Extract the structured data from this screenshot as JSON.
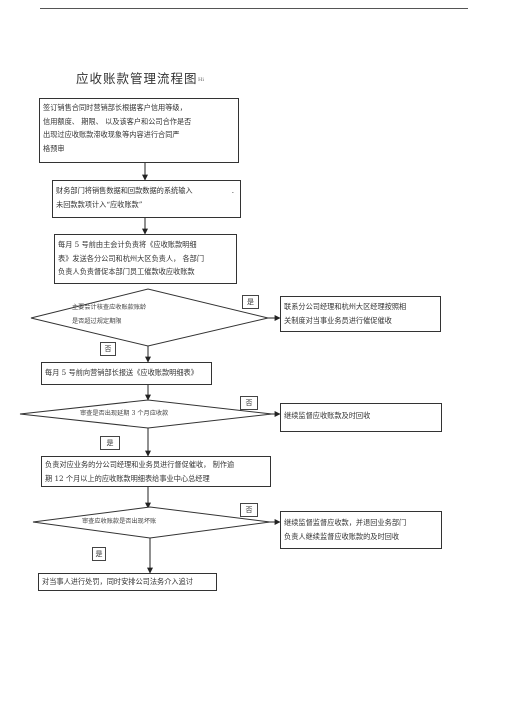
{
  "title": "应收账款管理流程图",
  "title_note": "Hi",
  "box1": {
    "lines": [
      "签订销售合同时营销部长根据客户信用等级，",
      "信用额度、 期限、 以及该客户和公司合作是否",
      "出现过应收账款滞收现象等内容进行合同严",
      "格预审"
    ]
  },
  "box2": {
    "lines": [
      "财务部门将销售数据和回款数据的系统输入",
      "未回款款项计入“应收账款”"
    ],
    "mark": "."
  },
  "box3": {
    "lines": [
      "每月   5 号前由主会计负责将《应收账款明细",
      "表》发送各分公司和杭州大区负责人，       各部门",
      "负责人负责督促本部门员工催款收应收账款"
    ]
  },
  "decision1": {
    "lines": [
      "主要会计核查应收账款账龄",
      "是否超过规定期限"
    ],
    "yes": "是",
    "no": "否",
    "yes_box": [
      "联系分公司经理和杭州大区经理按照相",
      "关制度对当事业务员进行催促催收"
    ]
  },
  "box4": {
    "text": "每月 5 号前向营销部长报送《应收账款明细表》"
  },
  "decision2": {
    "text": "审查是否出现延期    3 个月应收款",
    "no": "否",
    "yes": "是",
    "no_box": "继续监督应收账款及时回收"
  },
  "box5": {
    "lines": [
      "负责对应业务的分公司经理和业务员进行督促催收，    制作逾",
      "期 12 个月以上的应收账款明细表给事业中心总经理"
    ]
  },
  "decision3": {
    "text": "审查应收账款是否出现坏账",
    "no": "否",
    "yes": "是",
    "no_box": [
      "继续监督监督应收款，并退回业务部门",
      "负责人继续监督应收账款的及时回收"
    ]
  },
  "box6": {
    "text": "对当事人进行处罚，同时安排公司法务介入追讨"
  }
}
